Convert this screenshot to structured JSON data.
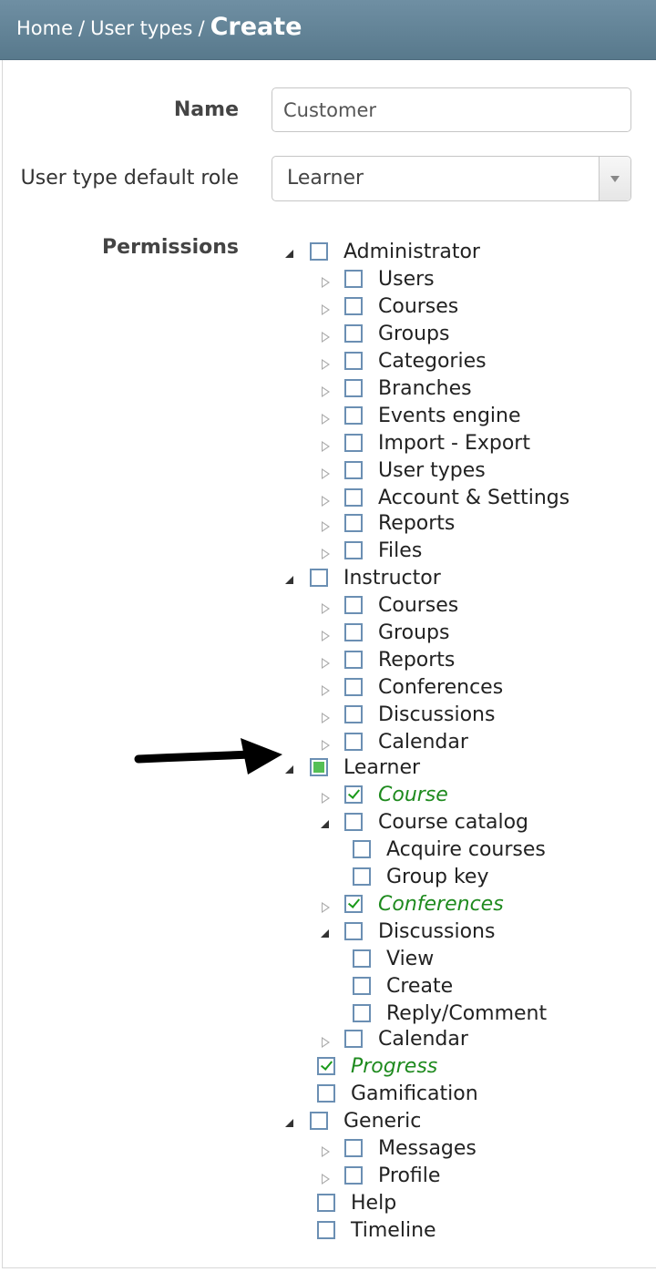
{
  "breadcrumb": {
    "home": "Home",
    "user_types": "User types",
    "current": "Create",
    "separator": "/"
  },
  "form": {
    "name_label": "Name",
    "name_value": "Customer",
    "role_label": "User type default role",
    "role_value": "Learner",
    "permissions_label": "Permissions"
  },
  "colors": {
    "header": "#6f8fa3",
    "checked_text": "#1e8a1e",
    "checkbox_border": "#6b8fb3"
  },
  "tree": [
    {
      "id": "administrator",
      "label": "Administrator",
      "level": 0,
      "toggle": "expanded",
      "state": "unchecked"
    },
    {
      "id": "admin-users",
      "label": "Users",
      "level": 1,
      "toggle": "collapsed",
      "state": "unchecked"
    },
    {
      "id": "admin-courses",
      "label": "Courses",
      "level": 1,
      "toggle": "collapsed",
      "state": "unchecked"
    },
    {
      "id": "admin-groups",
      "label": "Groups",
      "level": 1,
      "toggle": "collapsed",
      "state": "unchecked"
    },
    {
      "id": "admin-categories",
      "label": "Categories",
      "level": 1,
      "toggle": "collapsed",
      "state": "unchecked"
    },
    {
      "id": "admin-branches",
      "label": "Branches",
      "level": 1,
      "toggle": "collapsed",
      "state": "unchecked"
    },
    {
      "id": "admin-events-engine",
      "label": "Events engine",
      "level": 1,
      "toggle": "collapsed",
      "state": "unchecked"
    },
    {
      "id": "admin-import-export",
      "label": "Import - Export",
      "level": 1,
      "toggle": "collapsed",
      "state": "unchecked"
    },
    {
      "id": "admin-user-types",
      "label": "User types",
      "level": 1,
      "toggle": "collapsed",
      "state": "unchecked"
    },
    {
      "id": "admin-account-settings",
      "label": "Account & Settings",
      "level": 1,
      "toggle": "collapsed",
      "state": "unchecked"
    },
    {
      "id": "admin-reports",
      "label": "Reports",
      "level": 1,
      "toggle": "collapsed",
      "state": "unchecked"
    },
    {
      "id": "admin-files",
      "label": "Files",
      "level": 1,
      "toggle": "collapsed",
      "state": "unchecked"
    },
    {
      "id": "instructor",
      "label": "Instructor",
      "level": 0,
      "toggle": "expanded",
      "state": "unchecked"
    },
    {
      "id": "instr-courses",
      "label": "Courses",
      "level": 1,
      "toggle": "collapsed",
      "state": "unchecked"
    },
    {
      "id": "instr-groups",
      "label": "Groups",
      "level": 1,
      "toggle": "collapsed",
      "state": "unchecked"
    },
    {
      "id": "instr-reports",
      "label": "Reports",
      "level": 1,
      "toggle": "collapsed",
      "state": "unchecked"
    },
    {
      "id": "instr-conferences",
      "label": "Conferences",
      "level": 1,
      "toggle": "collapsed",
      "state": "unchecked"
    },
    {
      "id": "instr-discussions",
      "label": "Discussions",
      "level": 1,
      "toggle": "collapsed",
      "state": "unchecked"
    },
    {
      "id": "instr-calendar",
      "label": "Calendar",
      "level": 1,
      "toggle": "collapsed",
      "state": "unchecked"
    },
    {
      "id": "learner",
      "label": "Learner",
      "level": 0,
      "toggle": "expanded",
      "state": "partial"
    },
    {
      "id": "learner-course",
      "label": "Course",
      "level": 1,
      "toggle": "collapsed",
      "state": "checked"
    },
    {
      "id": "learner-course-catalog",
      "label": "Course catalog",
      "level": 1,
      "toggle": "expanded",
      "state": "unchecked"
    },
    {
      "id": "learner-acquire-courses",
      "label": "Acquire courses",
      "level": 2,
      "toggle": "none",
      "state": "unchecked"
    },
    {
      "id": "learner-group-key",
      "label": "Group key",
      "level": 2,
      "toggle": "none",
      "state": "unchecked"
    },
    {
      "id": "learner-conferences",
      "label": "Conferences",
      "level": 1,
      "toggle": "collapsed",
      "state": "checked"
    },
    {
      "id": "learner-discussions",
      "label": "Discussions",
      "level": 1,
      "toggle": "expanded",
      "state": "unchecked"
    },
    {
      "id": "learner-view",
      "label": "View",
      "level": 2,
      "toggle": "none",
      "state": "unchecked"
    },
    {
      "id": "learner-create",
      "label": "Create",
      "level": 2,
      "toggle": "none",
      "state": "unchecked"
    },
    {
      "id": "learner-reply-comment",
      "label": "Reply/Comment",
      "level": 2,
      "toggle": "none",
      "state": "unchecked"
    },
    {
      "id": "learner-calendar",
      "label": "Calendar",
      "level": 1,
      "toggle": "collapsed",
      "state": "unchecked"
    },
    {
      "id": "learner-progress",
      "label": "Progress",
      "level": 1,
      "toggle": "none",
      "state": "checked"
    },
    {
      "id": "learner-gamification",
      "label": "Gamification",
      "level": 1,
      "toggle": "none",
      "state": "unchecked"
    },
    {
      "id": "generic",
      "label": "Generic",
      "level": 0,
      "toggle": "expanded",
      "state": "unchecked"
    },
    {
      "id": "generic-messages",
      "label": "Messages",
      "level": 1,
      "toggle": "collapsed",
      "state": "unchecked"
    },
    {
      "id": "generic-profile",
      "label": "Profile",
      "level": 1,
      "toggle": "collapsed",
      "state": "unchecked"
    },
    {
      "id": "generic-help",
      "label": "Help",
      "level": 1,
      "toggle": "none",
      "state": "unchecked"
    },
    {
      "id": "generic-timeline",
      "label": "Timeline",
      "level": 1,
      "toggle": "none",
      "state": "unchecked"
    }
  ]
}
